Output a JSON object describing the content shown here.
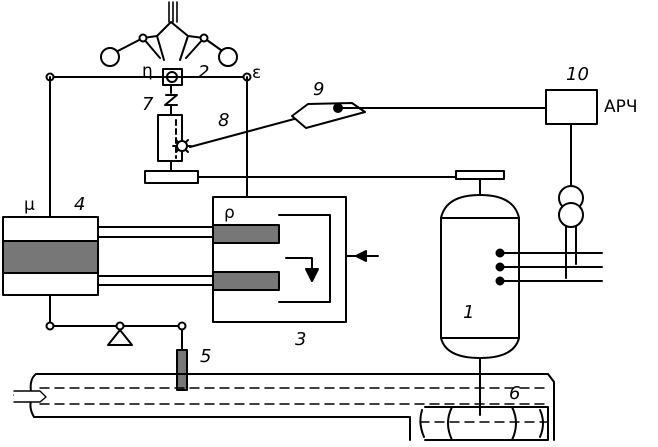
{
  "labels": {
    "eta": "η",
    "epsilon": "ε",
    "mu": "μ",
    "rho": "ρ",
    "n1": "1",
    "n2": "2",
    "n3": "3",
    "n4": "4",
    "n5": "5",
    "n6": "6",
    "n7": "7",
    "n8": "8",
    "n9": "9",
    "n10": "10",
    "arch": "АРЧ"
  },
  "colors": {
    "line": "#000000",
    "piston": "#777777",
    "background": "#ffffff"
  }
}
